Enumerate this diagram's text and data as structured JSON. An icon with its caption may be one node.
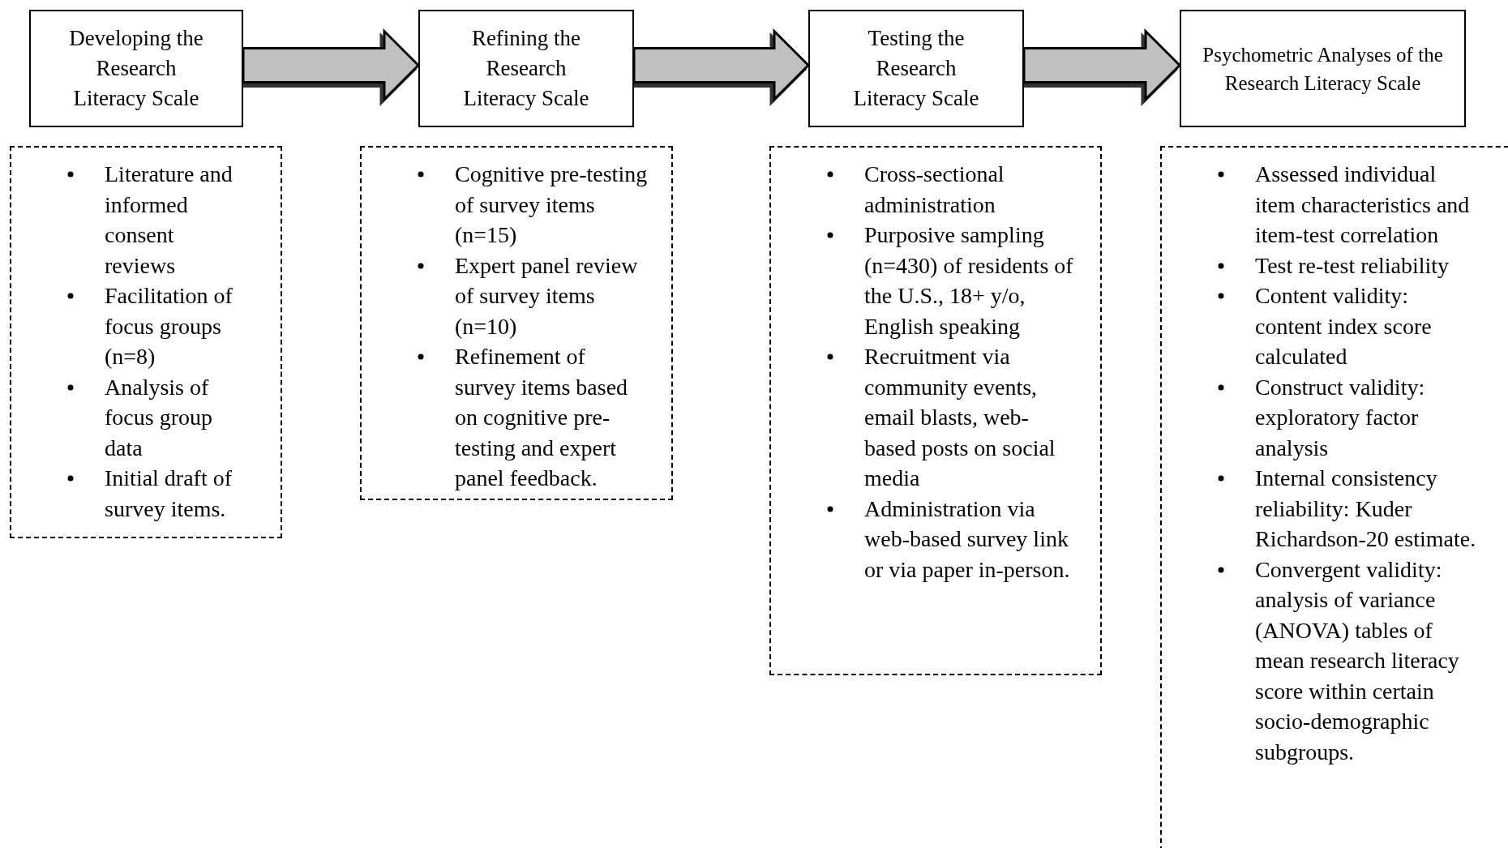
{
  "diagram": {
    "nodes": [
      {
        "text": [
          "Developing the Research Literacy Scale"
        ]
      },
      {
        "text": [
          "Refining the Research Literacy Scale"
        ]
      },
      {
        "text": [
          "Testing the Research Literacy Scale"
        ]
      },
      {
        "text": [
          "Psychometric Analyses of the Research Literacy Scale"
        ]
      },
      {
        "text": [
          "Literature and informed consent reviews",
          "Facilitation of focus groups (n=8)",
          "Analysis of focus group data",
          "Initial draft of survey items."
        ]
      },
      {
        "text": [
          "Cognitive pre-testing of survey items (n=15)",
          "Expert panel review of survey items (n=10)",
          "Refinement of survey items based on cognitive pre-testing and expert panel feedback."
        ]
      },
      {
        "text": [
          "Cross-sectional administration",
          "Purposive sampling (n=430) of residents of the U.S., 18+ y/o, English speaking",
          "Recruitment via community events, email blasts, web-based posts on social media",
          "Administration via web-based survey link or via paper in-person."
        ]
      },
      {
        "text": [
          "Assessed individual item characteristics and item-test correlation",
          "Test re-test reliability",
          "Content validity: content index score calculated",
          "Construct validity: exploratory factor analysis",
          "Internal consistency reliability: Kuder Richardson-20 estimate.",
          "Convergent validity: analysis of variance (ANOVA) tables of mean research literacy score within certain socio-demographic subgroups."
        ]
      }
    ],
    "edges": [
      {
        "from": 0,
        "to": 1,
        "arrow": "to"
      },
      {
        "from": 1,
        "to": 2,
        "arrow": "to"
      },
      {
        "from": 2,
        "to": 3,
        "arrow": "to"
      }
    ]
  }
}
